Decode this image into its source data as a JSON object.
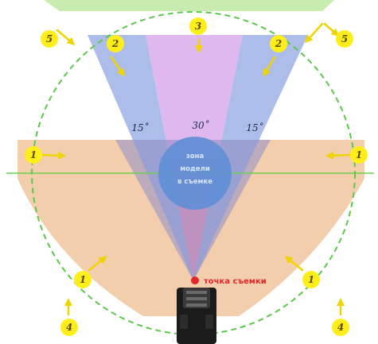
{
  "diagram": {
    "angles": {
      "left": "15˚",
      "center": "30˚",
      "right": "15˚"
    },
    "zone": {
      "line1": "зона",
      "line2": "модели",
      "line3": "в съемке"
    },
    "shooting_point": "точка съемки",
    "markers": [
      "5",
      "3",
      "5",
      "2",
      "2",
      "1",
      "1",
      "1",
      "1",
      "4",
      "4"
    ]
  }
}
